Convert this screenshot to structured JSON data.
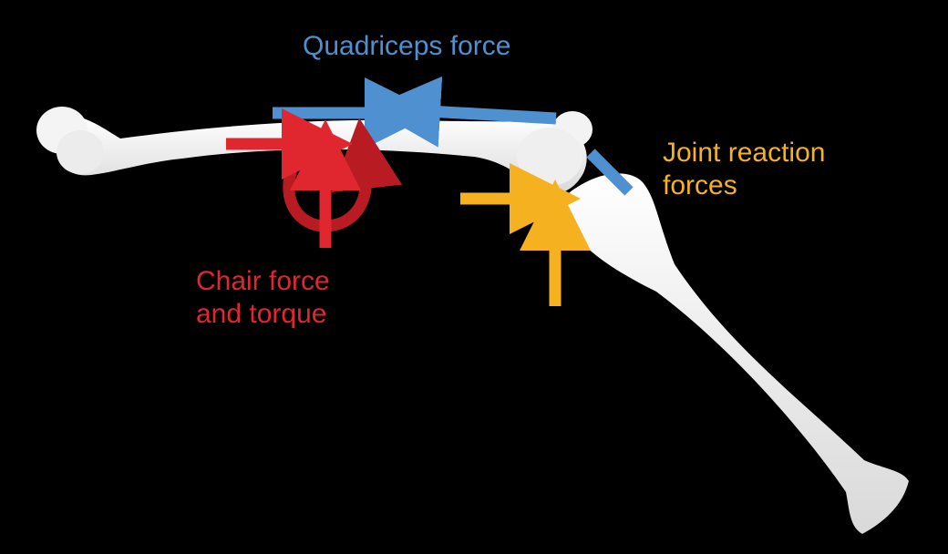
{
  "labels": {
    "quadriceps": "Quadriceps force",
    "chair_line1": "Chair force",
    "chair_line2": "and torque",
    "joint_line1": "Joint reaction",
    "joint_line2": "forces"
  },
  "colors": {
    "background": "#000000",
    "bone": "#f2f2f2",
    "quadriceps": "#4f90d0",
    "chair": "#e0262e",
    "joint": "#f5b120"
  }
}
